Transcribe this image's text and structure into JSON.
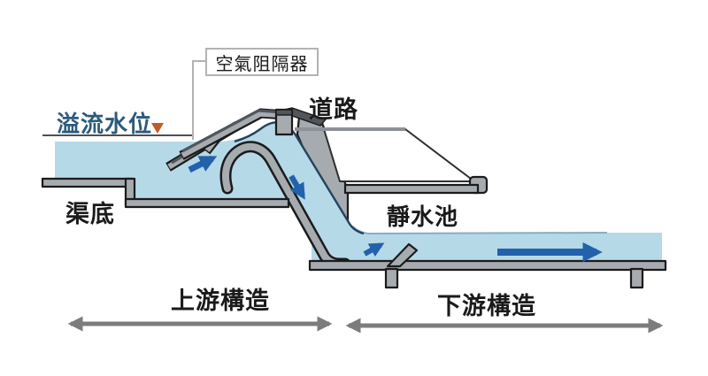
{
  "diagram": {
    "title_context": "siphon-spillway-drop-structure",
    "callout": {
      "air_barrier": "空氣阻隔器"
    },
    "labels": {
      "overflow_level": "溢流水位",
      "road": "道路",
      "channel_bottom": "渠底",
      "stilling_basin": "靜水池",
      "upstream": "上游構造",
      "downstream": "下游構造"
    },
    "colors": {
      "water": "#b6d9e8",
      "water_edge": "#85aec4",
      "water_outline": "#24425e",
      "structure": "#a6abb0",
      "structure_dark": "#51565c",
      "outline": "#1b1b1b",
      "flow_arrow": "#2361ab",
      "overflow_text": "#2b5a7d",
      "level_marker": "#bf5d28",
      "dimension": "#7c7c7c",
      "callout_border": "#b3b3b3"
    }
  }
}
